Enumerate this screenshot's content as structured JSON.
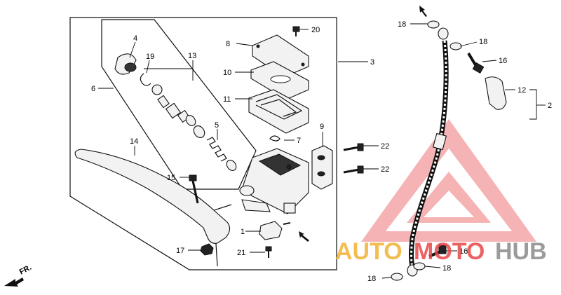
{
  "callouts": {
    "c1": "1",
    "c2": "2",
    "c3": "3",
    "c4": "4",
    "c5": "5",
    "c6": "6",
    "c7": "7",
    "c8": "8",
    "c9": "9",
    "c10": "10",
    "c11": "11",
    "c12": "12",
    "c13": "13",
    "c14": "14",
    "c15": "15",
    "c16a": "16",
    "c16b": "16",
    "c17": "17",
    "c18a": "18",
    "c18b": "18",
    "c18c": "18",
    "c18d": "18",
    "c19": "19",
    "c20": "20",
    "c21": "21",
    "c22a": "22",
    "c22b": "22"
  },
  "direction_label": "FR.",
  "watermark": {
    "left": "AUTO",
    "middle": "MOTO",
    "right": "HUB",
    "color_red": "#e8474a",
    "color_orange": "#f2b233",
    "color_gray": "#8a8a8a"
  }
}
